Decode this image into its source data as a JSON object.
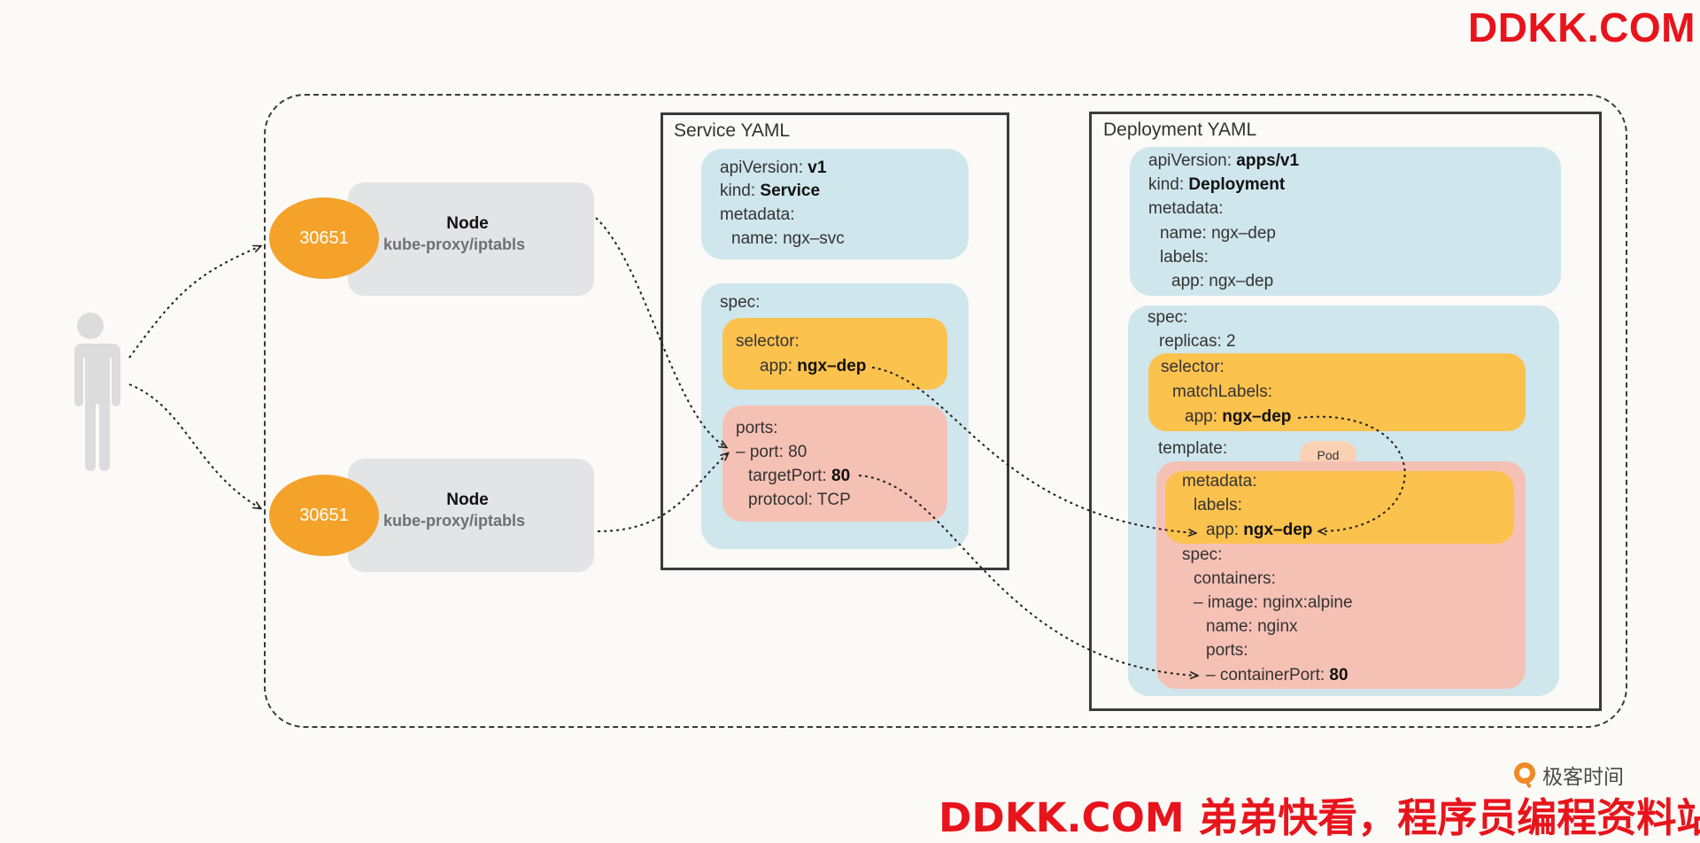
{
  "watermark": {
    "top": "DDKK.COM",
    "bottom": "DDKK.COM 弟弟快看，程序员编程资料站",
    "logo_text": "极客时间"
  },
  "nodes": [
    {
      "port": "30651",
      "title": "Node",
      "subtitle": "kube-proxy/iptabls"
    },
    {
      "port": "30651",
      "title": "Node",
      "subtitle": "kube-proxy/iptabls"
    }
  ],
  "service": {
    "title": "Service YAML",
    "apiVersion_key": "apiVersion:",
    "apiVersion_val": "v1",
    "kind_key": "kind:",
    "kind_val": "Service",
    "metadata": "metadata:",
    "name": "name: ngx–svc",
    "spec": "spec:",
    "selector": "selector:",
    "selector_app_key": "app:",
    "selector_app_val": "ngx–dep",
    "ports": "ports:",
    "port": "– port: 80",
    "targetPort_key": "targetPort:",
    "targetPort_val": "80",
    "protocol": "protocol: TCP"
  },
  "deployment": {
    "title": "Deployment YAML",
    "apiVersion_key": "apiVersion:",
    "apiVersion_val": "apps/v1",
    "kind_key": "kind:",
    "kind_val": "Deployment",
    "metadata": "metadata:",
    "name": "name: ngx–dep",
    "labels": "labels:",
    "labels_app": "app: ngx–dep",
    "spec": "spec:",
    "replicas": "replicas: 2",
    "selector": "selector:",
    "matchLabels": "matchLabels:",
    "match_app_key": "app:",
    "match_app_val": "ngx–dep",
    "template": "template:",
    "pod_tag": "Pod",
    "tpl_metadata": "metadata:",
    "tpl_labels": "labels:",
    "tpl_app_key": "app:",
    "tpl_app_val": "ngx–dep",
    "tpl_spec": "spec:",
    "containers": "containers:",
    "image": "– image: nginx:alpine",
    "container_name": "name: nginx",
    "ports": "ports:",
    "containerPort_key": "– containerPort:",
    "containerPort_val": "80"
  },
  "colors": {
    "port_oval": "#f5a22a",
    "node_card": "#e3e4e6",
    "blue_block": "#cfe6ec",
    "orange_block": "#fcc24e",
    "salmon_block": "#f6c1b5",
    "watermark": "#e8141c"
  }
}
